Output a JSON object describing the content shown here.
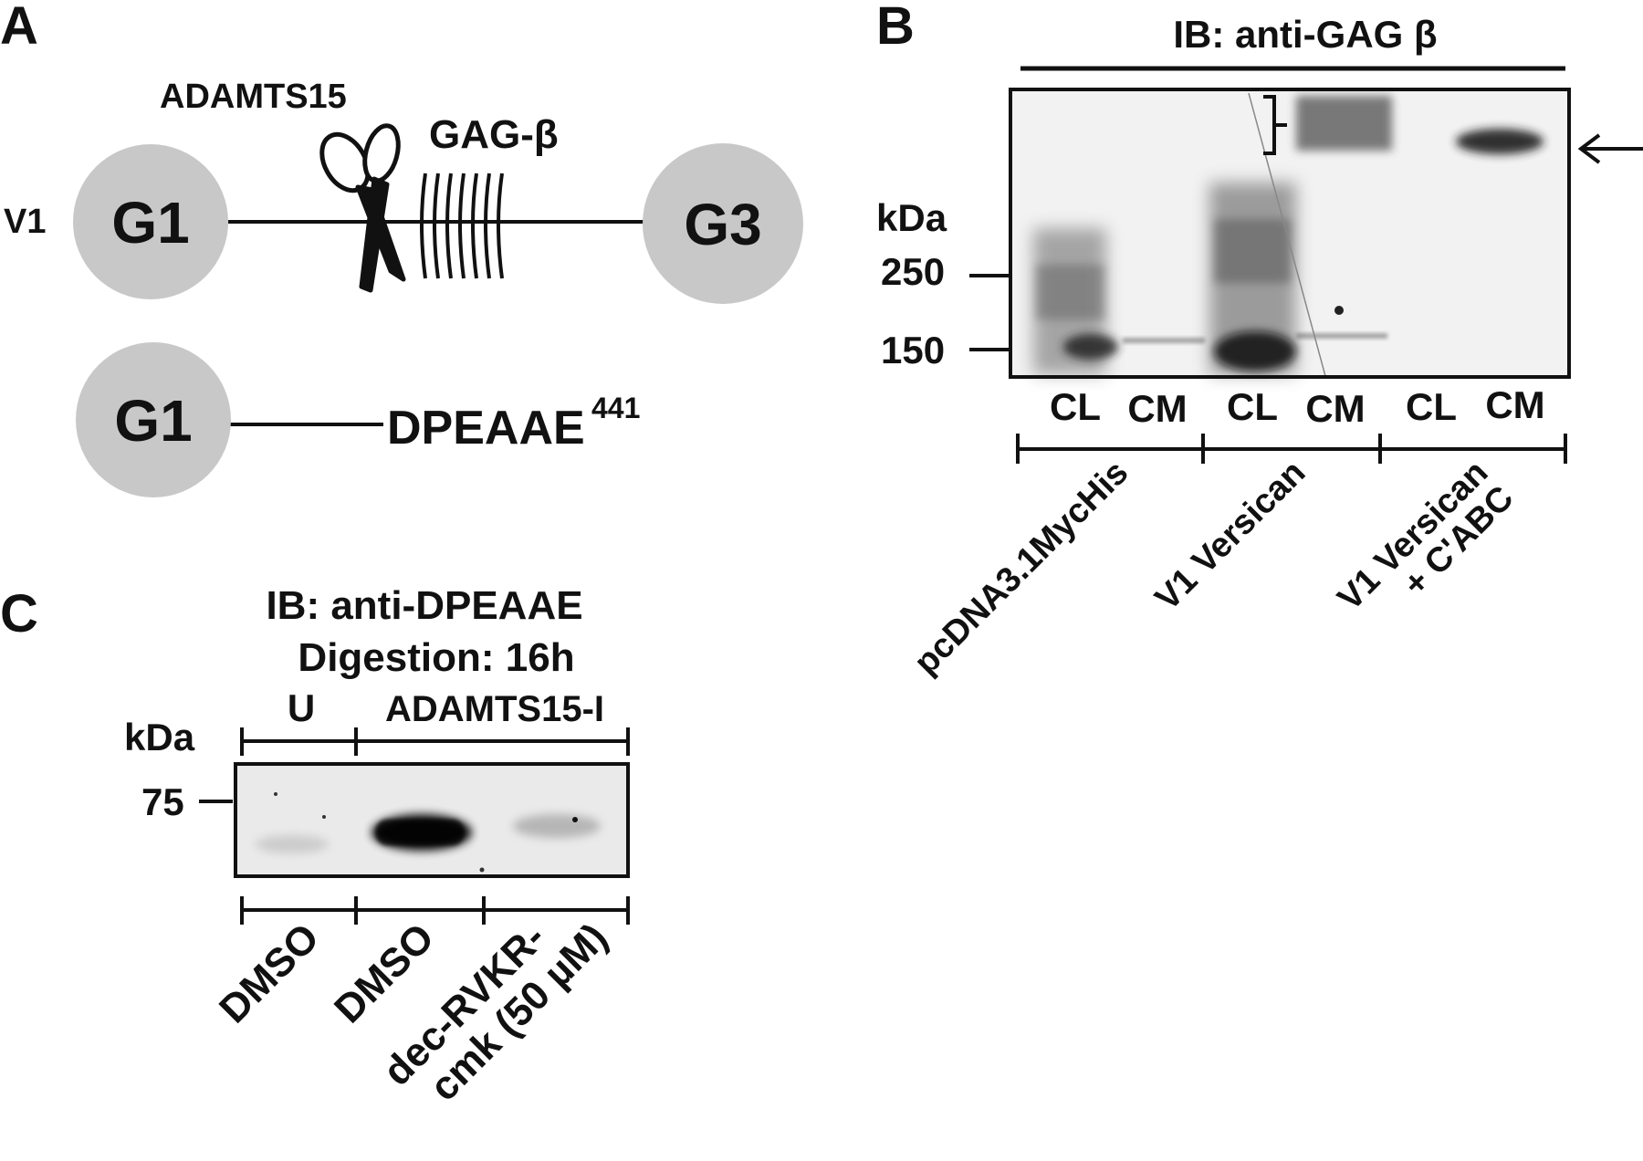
{
  "panel_a": {
    "letter": "A",
    "enzyme_label": "ADAMTS15",
    "gag_label": "GAG-β",
    "isoform_label": "V1",
    "domain_g1": "G1",
    "domain_g3": "G3",
    "domain_g1_fragment": "G1",
    "neoepitope": "DPEAAE",
    "neoepitope_superscript": "441"
  },
  "panel_b": {
    "letter": "B",
    "title": "IB: anti-GAG β",
    "kda_label": "kDa",
    "markers": [
      "250",
      "150"
    ],
    "lanes": [
      "CL",
      "CM",
      "CL",
      "CM",
      "CL",
      "CM"
    ],
    "groups": [
      "pcDNA3.1MycHis",
      "V1 Versican",
      "V1 Versican",
      "+ C'ABC"
    ]
  },
  "panel_c": {
    "letter": "C",
    "title_line1": "IB: anti-DPEAAE",
    "title_line2": "Digestion: 16h",
    "kda_label": "kDa",
    "marker": "75",
    "group_u": "U",
    "group_enzyme": "ADAMTS15-I",
    "treatments": [
      "DMSO",
      "DMSO",
      "dec-RVKR-",
      "cmk (50 µM)"
    ]
  }
}
